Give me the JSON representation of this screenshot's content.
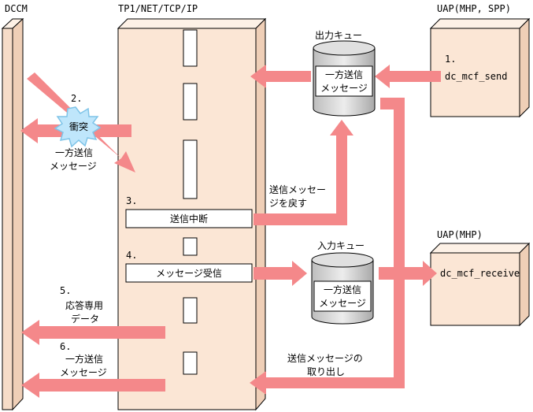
{
  "labels": {
    "dccm": "DCCM",
    "tp1": "TP1/NET/TCP/IP",
    "uap_send": "UAP(MHP, SPP)",
    "uap_recv": "UAP(MHP)",
    "out_queue": "出力キュー",
    "in_queue": "入力キュー",
    "collision": "衝突"
  },
  "queues": {
    "out_line1": "一方送信",
    "out_line2": "メッセージ",
    "in_line1": "一方送信",
    "in_line2": "メッセージ"
  },
  "functions": {
    "send": "dc_mcf_send",
    "receive": "dc_mcf_receive"
  },
  "steps": {
    "s1": "1.",
    "s2": "2.",
    "s3": "3.",
    "s4": "4.",
    "s5": "5.",
    "s6": "6."
  },
  "boxes": {
    "send_stop": "送信中断",
    "msg_recv": "メッセージ受信"
  },
  "captions": {
    "oneway_1": "一方送信",
    "oneway_2": "メッセージ",
    "return_1": "送信メッセー",
    "return_2": "ジを戻す",
    "resp_1": "応答専用",
    "resp_2": "データ",
    "oneway6_1": "一方送信",
    "oneway6_2": "メッセージ",
    "fetch_1": "送信メッセージの",
    "fetch_2": "取り出し"
  },
  "colors": {
    "panel_fill": "#fbe6d5",
    "arrow": "#f4888a",
    "burst_fill": "#bfe6fb",
    "burst_stroke": "#7fc4e8",
    "queue_fill": "#d9d9d9"
  }
}
